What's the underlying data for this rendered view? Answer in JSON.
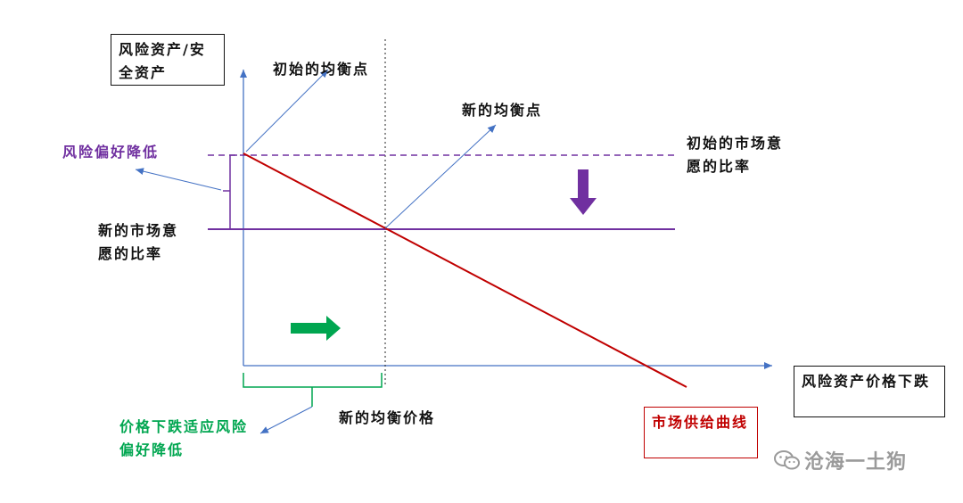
{
  "labels": {
    "y_axis_box": "风险资产/安全资产",
    "x_axis_box": "风险资产价格下跌",
    "initial_equilibrium": "初始的均衡点",
    "new_equilibrium": "新的均衡点",
    "initial_ratio": "初始的市场意愿的比率",
    "new_ratio": "新的市场意愿的比率",
    "risk_pref_lower": "风险偏好降低",
    "new_equilibrium_price": "新的均衡价格",
    "price_drop_adapt": "价格下跌适应风险偏好降低",
    "supply_curve": "市场供给曲线"
  },
  "colors": {
    "axis": "#4472c4",
    "purple": "#7030a0",
    "red": "#c00000",
    "green": "#00a650",
    "text": "#111111"
  },
  "watermark": "沧海一土狗"
}
